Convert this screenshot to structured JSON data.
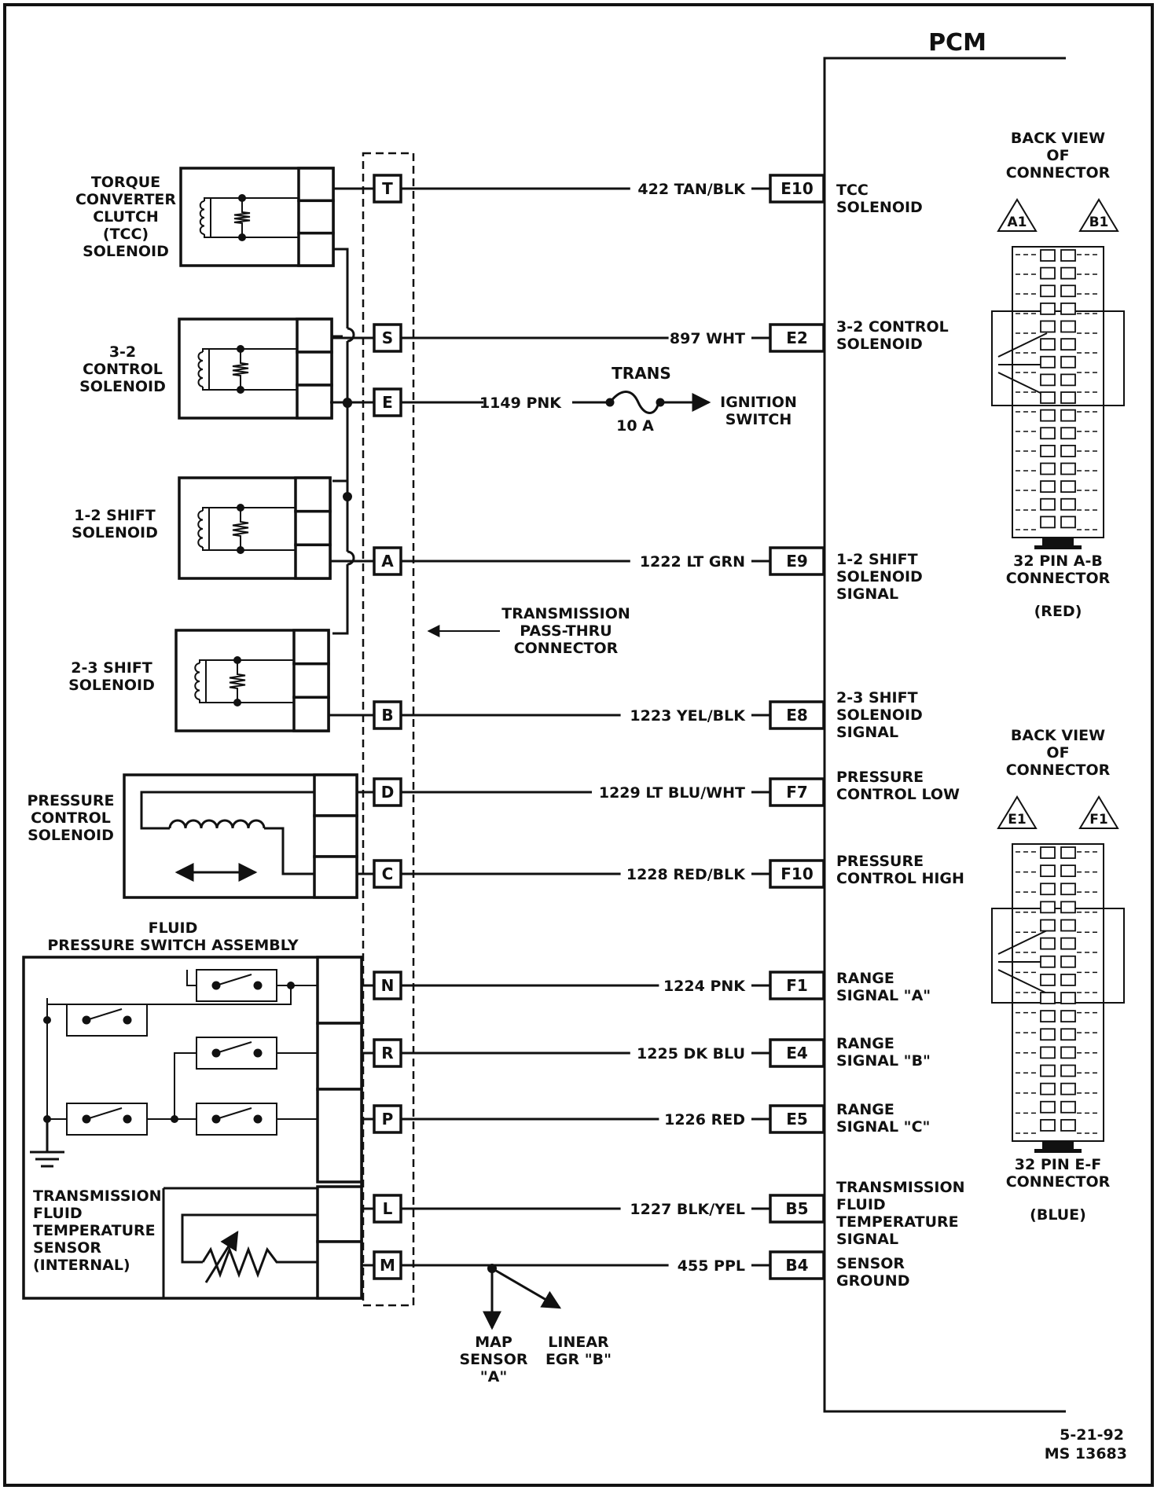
{
  "pcm": {
    "title": "PCM",
    "connector_ab": {
      "back_view": [
        "BACK VIEW",
        "OF",
        "CONNECTOR"
      ],
      "pin_a": "A1",
      "pin_b": "B1",
      "name": [
        "32 PIN A-B",
        "CONNECTOR"
      ],
      "color": "(RED)"
    },
    "connector_ef": {
      "back_view": [
        "BACK VIEW",
        "OF",
        "CONNECTOR"
      ],
      "pin_a": "E1",
      "pin_b": "F1",
      "name": [
        "32 PIN E-F",
        "CONNECTOR"
      ],
      "color": "(BLUE)"
    }
  },
  "components": {
    "tcc": [
      "TORQUE",
      "CONVERTER",
      "CLUTCH",
      "(TCC)",
      "SOLENOID"
    ],
    "s32": [
      "3-2",
      "CONTROL",
      "SOLENOID"
    ],
    "s12": [
      "1-2 SHIFT",
      "SOLENOID"
    ],
    "s23": [
      "2-3 SHIFT",
      "SOLENOID"
    ],
    "pcs": [
      "PRESSURE",
      "CONTROL",
      "SOLENOID"
    ],
    "fpsa": [
      "FLUID",
      "PRESSURE SWITCH ASSEMBLY"
    ],
    "tft": [
      "TRANSMISSION",
      "FLUID",
      "TEMPERATURE",
      "SENSOR",
      "(INTERNAL)"
    ]
  },
  "passthru": [
    "TRANSMISSION",
    "PASS-THRU",
    "CONNECTOR"
  ],
  "fuse": {
    "name": "TRANS",
    "rating": "10 A",
    "wire": "1149 PNK",
    "pin": "E",
    "dest": [
      "IGNITION",
      "SWITCH"
    ]
  },
  "circuits": [
    {
      "pin": "T",
      "wire": "422 TAN/BLK",
      "term": "E10",
      "desc": [
        "TCC",
        "SOLENOID"
      ]
    },
    {
      "pin": "S",
      "wire": "897 WHT",
      "term": "E2",
      "desc": [
        "3-2 CONTROL",
        "SOLENOID"
      ]
    },
    {
      "pin": "A",
      "wire": "1222 LT GRN",
      "term": "E9",
      "desc": [
        "1-2 SHIFT",
        "SOLENOID",
        "SIGNAL"
      ]
    },
    {
      "pin": "B",
      "wire": "1223 YEL/BLK",
      "term": "E8",
      "desc": [
        "2-3 SHIFT",
        "SOLENOID",
        "SIGNAL"
      ]
    },
    {
      "pin": "D",
      "wire": "1229 LT BLU/WHT",
      "term": "F7",
      "desc": [
        "PRESSURE",
        "CONTROL LOW"
      ]
    },
    {
      "pin": "C",
      "wire": "1228 RED/BLK",
      "term": "F10",
      "desc": [
        "PRESSURE",
        "CONTROL HIGH"
      ]
    },
    {
      "pin": "N",
      "wire": "1224 PNK",
      "term": "F1",
      "desc": [
        "RANGE",
        "SIGNAL \"A\""
      ]
    },
    {
      "pin": "R",
      "wire": "1225 DK BLU",
      "term": "E4",
      "desc": [
        "RANGE",
        "SIGNAL \"B\""
      ]
    },
    {
      "pin": "P",
      "wire": "1226 RED",
      "term": "E5",
      "desc": [
        "RANGE",
        "SIGNAL \"C\""
      ]
    },
    {
      "pin": "L",
      "wire": "1227 BLK/YEL",
      "term": "B5",
      "desc": [
        "TRANSMISSION",
        "FLUID",
        "TEMPERATURE",
        "SIGNAL"
      ]
    },
    {
      "pin": "M",
      "wire": "455 PPL",
      "term": "B4",
      "desc": [
        "SENSOR",
        "GROUND"
      ]
    }
  ],
  "branches": {
    "map": [
      "MAP",
      "SENSOR",
      "\"A\""
    ],
    "egr": [
      "LINEAR",
      "EGR \"B\""
    ]
  },
  "footer": {
    "date": "5-21-92",
    "ref": "MS 13683"
  }
}
